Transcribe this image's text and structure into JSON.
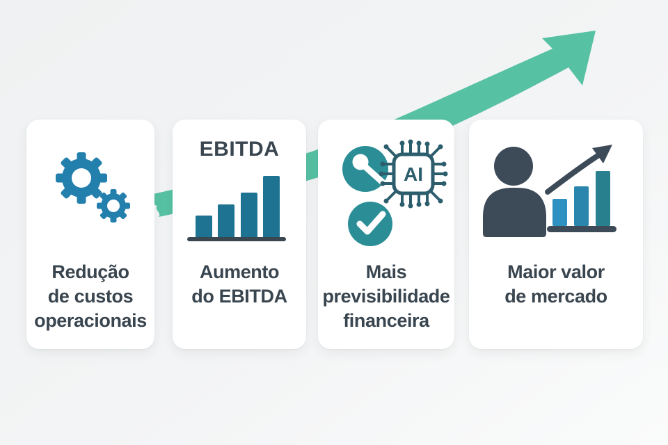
{
  "colors": {
    "bg-top": "#eff1f2",
    "bg-bottom": "#fafbfb",
    "card": "#ffffff",
    "ink": "#39454f",
    "green-arrow": "#57c1a3",
    "gear-blue": "#2380ad",
    "bar-teal": "#1f7392",
    "baseline-slate": "#3a4750",
    "circle-teal": "#2b8e96",
    "chip-teal": "#2c5d6d",
    "person-slate": "#3d4a58",
    "bar-blue-1": "#2f91c1",
    "bar-blue-2": "#2a86ad",
    "bar-teal-2": "#28808f"
  },
  "decoration": {
    "growth_arrow": "large curved green arrow rising left-to-right behind the cards toward top-right"
  },
  "cards": [
    {
      "id": "reducao-custos",
      "icon": "gears-icon",
      "label_lines": [
        "Redução",
        "de custos",
        "operacionais"
      ]
    },
    {
      "id": "aumento-ebitda",
      "icon": "rising-bar-chart-icon",
      "chart_title": "EBITDA",
      "icon_bar_heights": [
        33,
        49,
        66,
        90
      ],
      "label_lines": [
        "Aumento",
        "do EBITDA"
      ]
    },
    {
      "id": "previsibilidade-financeira",
      "icons": [
        "magnifier-icon",
        "ai-chip-icon",
        "check-icon"
      ],
      "ai_chip_text": "AI",
      "label_lines": [
        "Mais",
        "previsibilidade",
        "financeira"
      ]
    },
    {
      "id": "valor-mercado",
      "icon": "person-growth-chart-icon",
      "icon_bar_heights": [
        39,
        57,
        79
      ],
      "label_lines": [
        "Maior valor",
        "de mercado"
      ]
    }
  ]
}
